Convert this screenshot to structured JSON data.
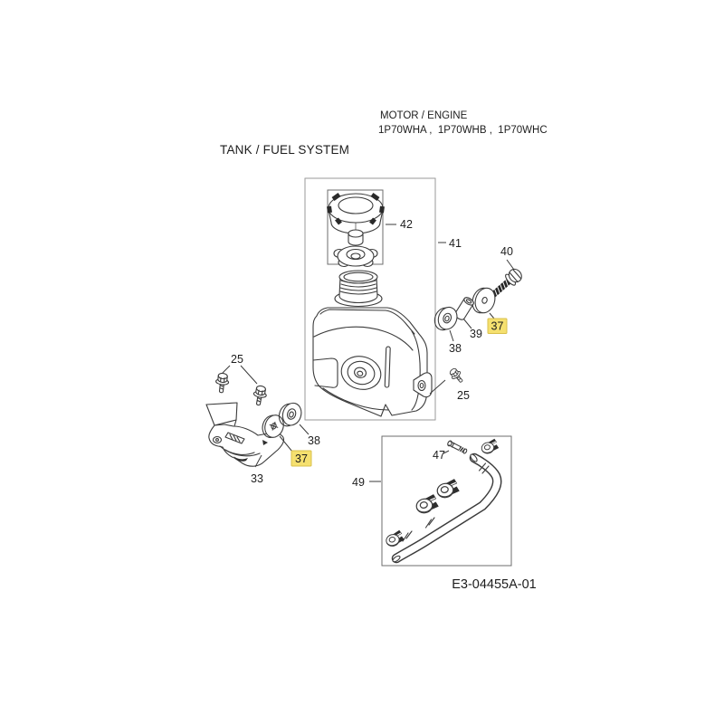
{
  "header": {
    "section": "MOTOR / ENGINE",
    "models": "1P70WHA ,  1P70WHB ,  1P70WHC"
  },
  "title": "TANK / FUEL SYSTEM",
  "drawing_code": "E3-04455A-01",
  "colors": {
    "highlight_bg": "#f5e06f",
    "highlight_border": "#d9c04b",
    "line": "#3b3b3b",
    "box_line": "#8b8b8b",
    "text": "#1d1d1d"
  },
  "callouts": {
    "fuel_cap": "42",
    "tank_assembly": "41",
    "bolt": "40",
    "washer_right": "37",
    "spacer": "39",
    "grommet_right": "38",
    "screws_left": "25",
    "bracket": "33",
    "washer_left": "37",
    "grommet_left": "38",
    "screw_right": "25",
    "pin": "47",
    "fuel_hose": "49"
  }
}
